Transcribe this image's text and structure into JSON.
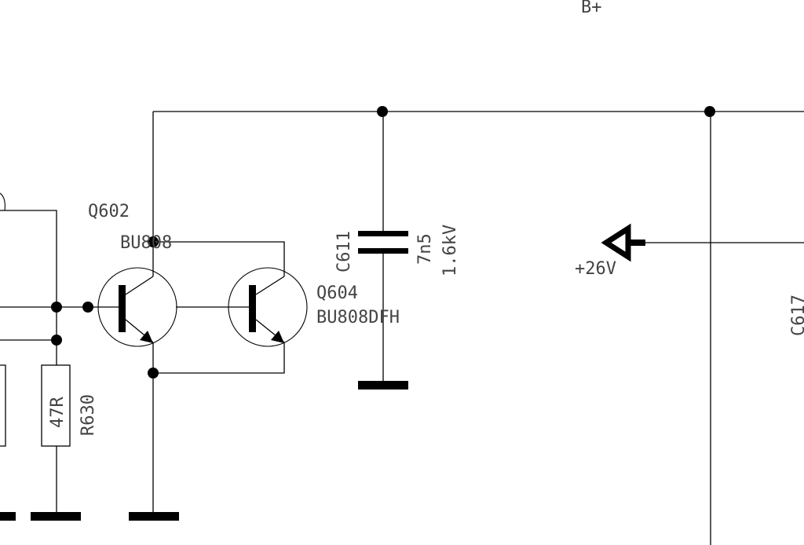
{
  "title": "",
  "nets": {
    "b_plus": "B+",
    "supply": "+26V"
  },
  "components": {
    "q602": {
      "ref": "Q602",
      "part": "BU808"
    },
    "q604": {
      "ref": "Q604",
      "part": "BU808DFH"
    },
    "c611": {
      "ref": "C611",
      "value": "7n5",
      "rating": "1.6kV"
    },
    "r630": {
      "ref": "R630",
      "value": "47R"
    },
    "c617": {
      "ref": "C617"
    }
  }
}
